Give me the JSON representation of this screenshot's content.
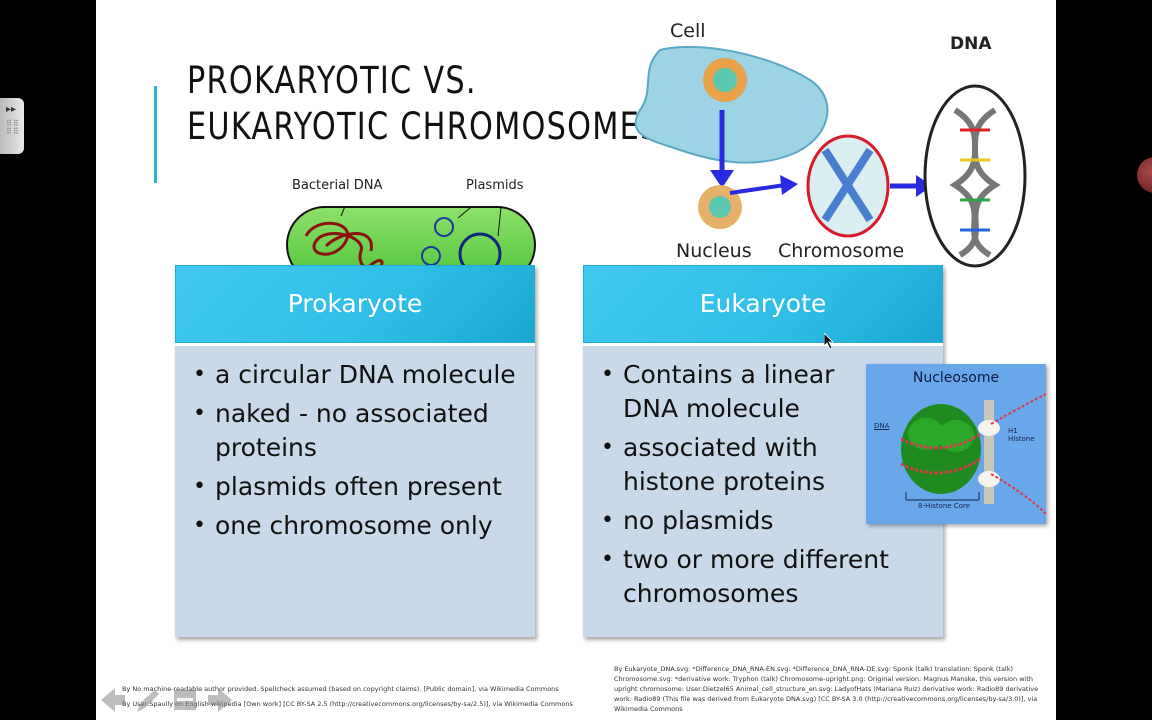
{
  "slide": {
    "title_line1": "PROKARYOTIC VS.",
    "title_line2": "EUKARYOTIC CHROMOSOMES",
    "accent_color": "#2bb3d6"
  },
  "bacterium_diagram": {
    "label_dna": "Bacterial DNA",
    "label_plasmids": "Plasmids"
  },
  "hierarchy_diagram": {
    "label_cell": "Cell",
    "label_nucleus": "Nucleus",
    "label_chromosome": "Chromosome",
    "label_dna": "DNA"
  },
  "prokaryote": {
    "heading": "Prokaryote",
    "bullets": [
      "a circular DNA molecule",
      "naked - no associated proteins",
      "plasmids often present",
      "one chromosome only"
    ]
  },
  "eukaryote": {
    "heading": "Eukaryote",
    "bullets": [
      "Contains a linear DNA molecule",
      "associated with histone proteins",
      "no plasmids",
      "two or more different chromosomes"
    ]
  },
  "nucleosome": {
    "title": "Nucleosome",
    "label_dna": "DNA",
    "label_h1": "H1 Histone",
    "label_core": "8-Histone Core"
  },
  "citations": {
    "left_line1": "By No machine-readable author provided. Spellcheck assumed (based on copyright claims). [Public domain], via Wikimedia Commons",
    "left_line2": "By User:Spaully on English wikipedia [Own work] [CC BY-SA 2.5 (http://creativecommons.org/licenses/by-sa/2.5)], via Wikimedia Commons",
    "right": "By Eukaryote_DNA.svg: *Difference_DNA_RNA-EN.svg: *Difference_DNA_RNA-DE.svg: Sponk (talk) translation: Sponk (talk) Chromosome.svg: *derivative work: Tryphon (talk) Chromosome-upright.png: Original version: Magnus Manske, this version with upright chromosome: User:Dietzel65 Animal_cell_structure_en.svg: LadyofHats (Mariana Ruiz) derivative work: Radio89 derivative work: Radio89 (This file was derived from Eukaryote DNA.svg) [CC BY-SA 3.0 (http://creativecommons.org/licenses/by-sa/3.0)], via Wikimedia Commons"
  },
  "controls": {
    "prev": "previous-slide",
    "pen": "pen-tool",
    "menu": "slide-menu",
    "next": "next-slide"
  }
}
